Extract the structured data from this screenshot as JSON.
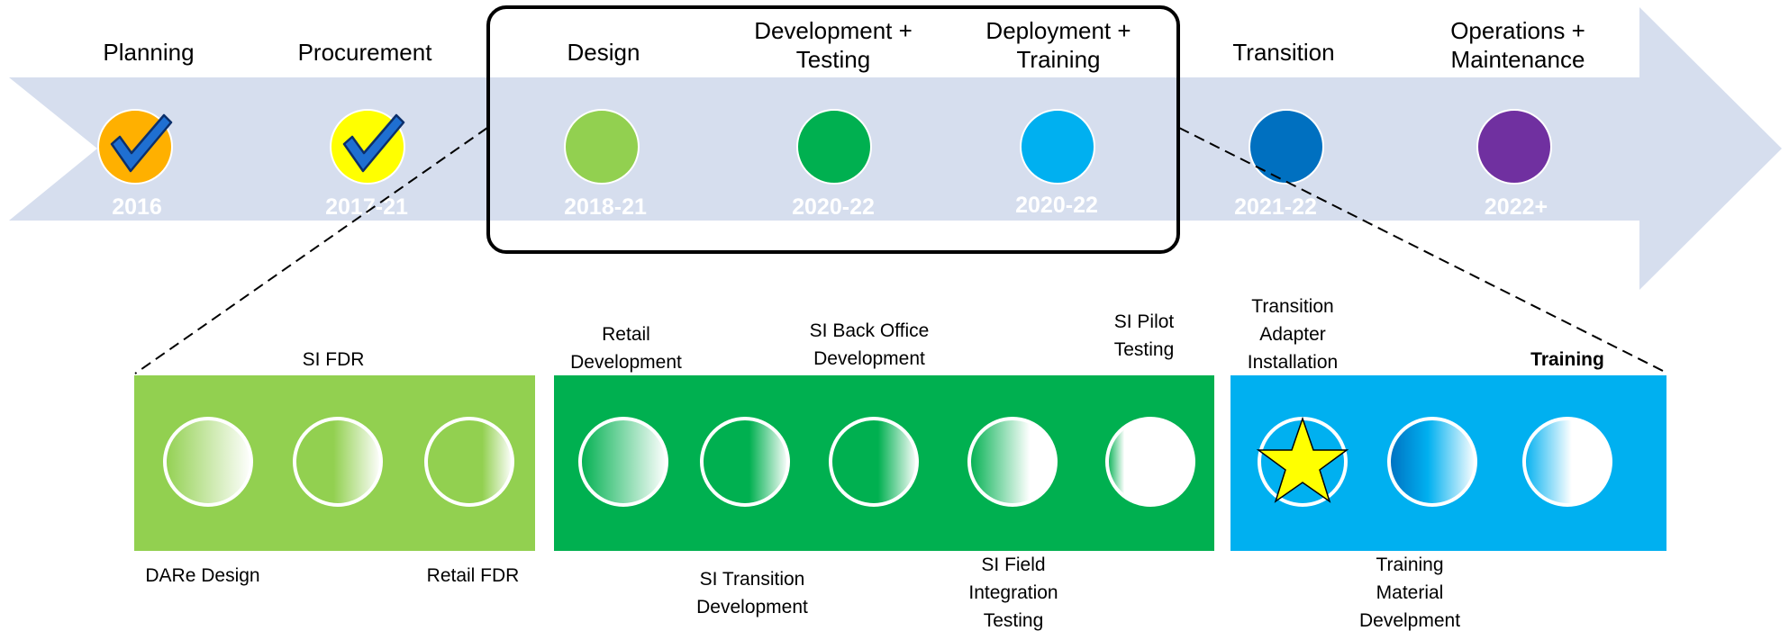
{
  "colors": {
    "arrow": "#d6deee",
    "planning": "#ffb000",
    "procurement": "#ffff00",
    "design": "#92d050",
    "development": "#00b050",
    "deployment": "#00b0f0",
    "transition": "#0070c0",
    "operations": "#7030a0",
    "star": "#ffff00"
  },
  "phases": [
    {
      "label": "Planning",
      "year": "2016",
      "checked": true
    },
    {
      "label": "Procurement",
      "year": "2017-21",
      "checked": true
    },
    {
      "label": "Design",
      "year": "2018-21",
      "checked": false
    },
    {
      "label": "Development +\nTesting",
      "year": "2020-22",
      "checked": false
    },
    {
      "label": "Deployment +\nTraining",
      "year": "2020-22",
      "checked": false
    },
    {
      "label": "Transition",
      "year": "2021-22",
      "checked": false
    },
    {
      "label": "Operations +\nMaintenance",
      "year": "2022+",
      "checked": false
    }
  ],
  "design_panel": {
    "top_labels": [
      "SI FDR"
    ],
    "bottom_labels": [
      "DARe Design",
      "Retail FDR"
    ],
    "circle_count": 3
  },
  "development_panel": {
    "top_labels": [
      "Retail\nDevelopment",
      "SI Back Office\nDevelopment",
      "SI Pilot\nTesting"
    ],
    "bottom_labels": [
      "SI Transition\nDevelopment",
      "SI Field\nIntegration\nTesting"
    ],
    "circle_count": 5
  },
  "deployment_panel": {
    "top_labels": [
      "Transition\nAdapter\nInstallation",
      "Training"
    ],
    "bottom_labels": [
      "Training\nMaterial\nDevelpment"
    ],
    "circle_count": 3,
    "current_milestone": "star-icon"
  }
}
